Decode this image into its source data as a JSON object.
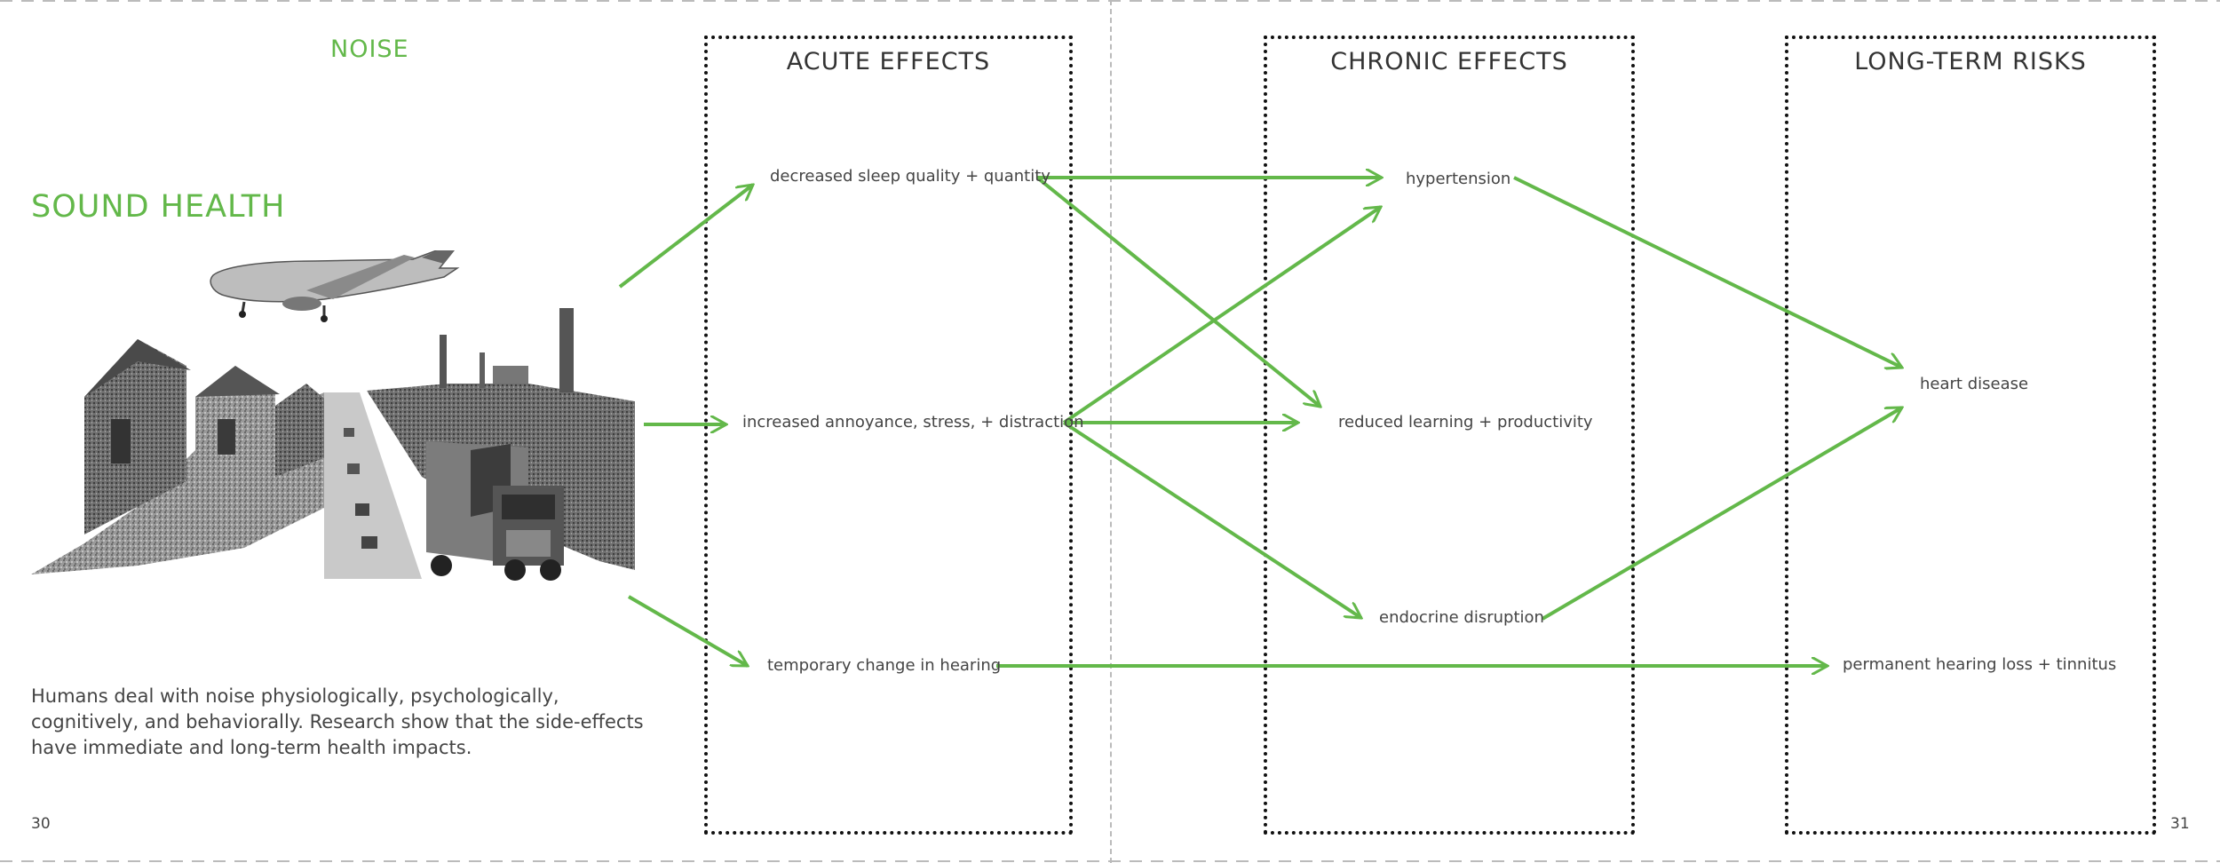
{
  "left_page": {
    "section_tag": "NOISE",
    "title": "SOUND HEALTH",
    "intro": "Humans deal with noise physiologically, psychologically, cognitively, and behaviorally. Research show that the side-effects have immediate and long-term health impacts.",
    "page_number": "30",
    "collage_icons": [
      "airplane-icon",
      "houses-icon",
      "factory-icon",
      "road-icon",
      "truck-icon"
    ]
  },
  "right_page": {
    "page_number": "31"
  },
  "columns": {
    "acute": "ACUTE EFFECTS",
    "chronic": "CHRONIC EFFECTS",
    "longterm": "LONG-TERM RISKS"
  },
  "nodes": {
    "sleep": "decreased sleep quality + quantity",
    "annoyance": "increased annoyance, stress, + distraction",
    "hearing_temp": "temporary change in hearing",
    "hypertension": "hypertension",
    "learning": "reduced learning + productivity",
    "endocrine": "endocrine disruption",
    "heart": "heart disease",
    "hearing_perm": "permanent hearing loss + tinnitus"
  },
  "colors": {
    "accent": "#63b84a",
    "box_border": "#111111",
    "text": "#444444"
  }
}
